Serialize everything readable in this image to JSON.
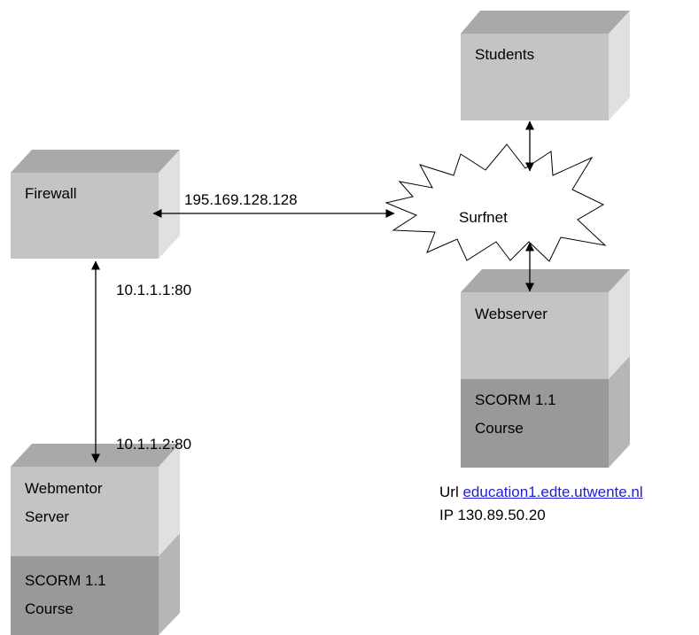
{
  "colors": {
    "box_front_light": "#c4c4c4",
    "box_front_dark": "#999999",
    "box_top": "#a9a9a9",
    "box_side_light": "#e0e0e0",
    "box_side_dark": "#b6b6b6",
    "link": "#1f1fd6"
  },
  "nodes": {
    "students": {
      "label": "Students"
    },
    "firewall": {
      "label": "Firewall"
    },
    "surfnet": {
      "label": "Surfnet"
    },
    "webserver": {
      "label": "Webserver",
      "course_label": "SCORM 1.1\nCourse"
    },
    "webmentor": {
      "label": "Webmentor\nServer",
      "course_label": "SCORM 1.1\nCourse"
    }
  },
  "edges": {
    "firewall_surfnet": {
      "label": "195.169.128.128"
    },
    "firewall_webmentor_top": {
      "label": "10.1.1.1:80"
    },
    "firewall_webmentor_bottom": {
      "label": "10.1.1.2:80"
    }
  },
  "webserver_info": {
    "url_prefix": "Url",
    "url_link": "education1.edte.utwente.nl",
    "ip": "IP 130.89.50.20"
  }
}
